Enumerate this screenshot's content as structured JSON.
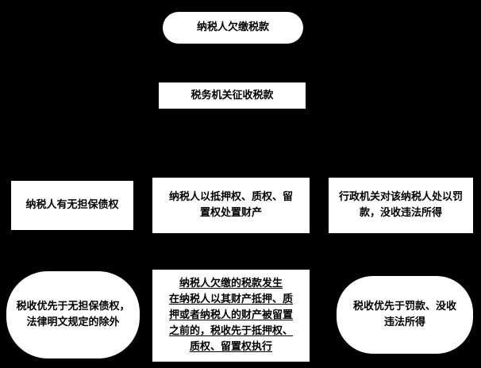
{
  "diagram": {
    "title": "tax-priority-flowchart",
    "colors": {
      "background": "#000000",
      "node_fill": "#ffffff",
      "node_text": "#000000"
    },
    "nodes": {
      "top": {
        "lines": [
          "纳税人欠缴税款"
        ]
      },
      "collect": {
        "lines": [
          "税务机关征收税款"
        ]
      },
      "left_condition": {
        "lines": [
          "纳税人有无担保债权"
        ]
      },
      "middle_condition": {
        "lines": [
          "纳税人以抵押权、质权、留",
          "置权处置财产"
        ]
      },
      "right_condition": {
        "lines": [
          "行政机关对该纳税人处以罚",
          "款，没收违法所得"
        ]
      },
      "left_result": {
        "lines": [
          "税收优先于无担保债权，",
          "法律明文规定的除外"
        ]
      },
      "middle_result": {
        "lines": [
          "纳税人欠缴的税款发生",
          "在纳税人以其财产抵押、质",
          "押或者纳税人的财产被留置",
          "之前的，税收先于抵押权、",
          "质权、留置权执行"
        ]
      },
      "right_result": {
        "lines": [
          "税收优先于罚款、没收",
          "违法所得"
        ]
      }
    }
  }
}
